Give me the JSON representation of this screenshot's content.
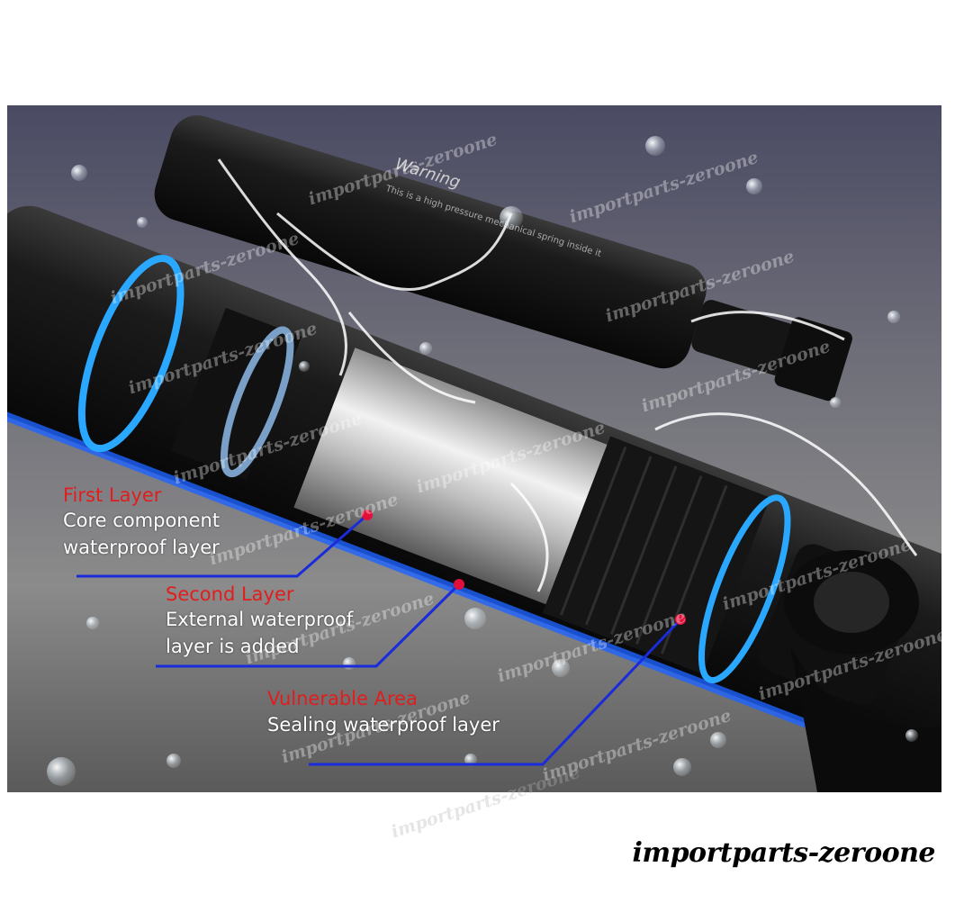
{
  "callouts": [
    {
      "title": "First Layer",
      "text": "Core component\nwaterproof layer"
    },
    {
      "title": "Second Layer",
      "text": "External waterproof\nlayer is added"
    },
    {
      "title": "Vulnerable Area",
      "text": "Sealing waterproof layer"
    }
  ],
  "strut_label": {
    "heading": "Warning",
    "line1": "This is a high pressure mechanical spring inside it"
  },
  "watermark": "importparts-zeroone",
  "brand": "importparts-zeroone",
  "colors": {
    "callout_title": "#e11d1d",
    "leader_line": "#1a2bdc",
    "marker_dot": "#e0103a",
    "accent_ring": "#2aa8ff"
  },
  "icons": [
    "water-splash-icon"
  ]
}
